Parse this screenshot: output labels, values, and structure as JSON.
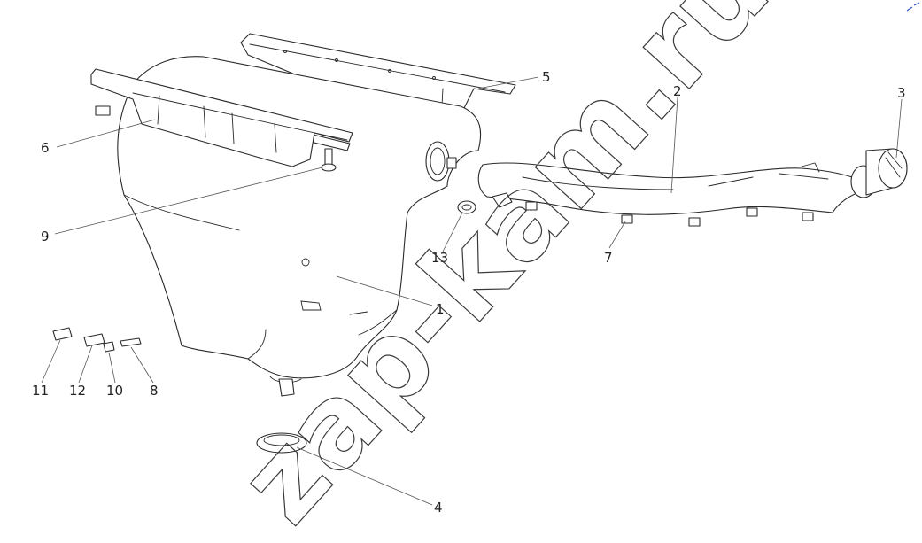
{
  "watermark": {
    "text": "zap-kam.ru"
  },
  "callouts": {
    "c1": "1",
    "c2": "2",
    "c3": "3",
    "c4": "4",
    "c5": "5",
    "c6": "6",
    "c7": "7",
    "c8": "8",
    "c9": "9",
    "c10": "10",
    "c11": "11",
    "c12": "12",
    "c13": "13"
  },
  "colors": {
    "line": "#2a2a2a",
    "background": "#ffffff"
  }
}
